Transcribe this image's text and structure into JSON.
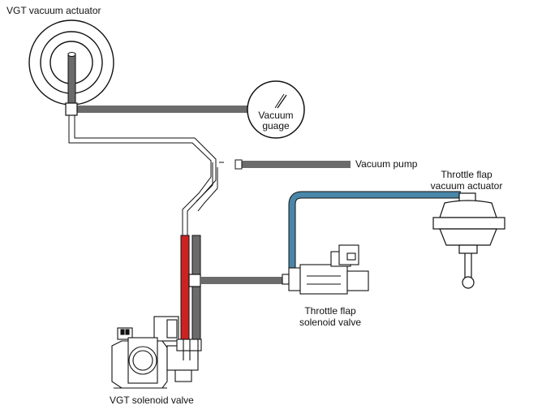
{
  "labels": {
    "vgt_actuator": "VGT vacuum actuator",
    "gauge_line1": "Vacuum",
    "gauge_line2": "guage",
    "vacuum_pump": "Vacuum pump",
    "throttle_actuator_line1": "Throttle flap",
    "throttle_actuator_line2": "vacuum actuator",
    "throttle_solenoid_line1": "Throttle flap",
    "throttle_solenoid_line2": "solenoid valve",
    "vgt_solenoid": "VGT solenoid valve"
  },
  "colors": {
    "hose": "#6b6b6b",
    "vgt_feed_hose": "#cc2222",
    "throttle_hose": "#4a86a8",
    "outline": "#111111"
  }
}
